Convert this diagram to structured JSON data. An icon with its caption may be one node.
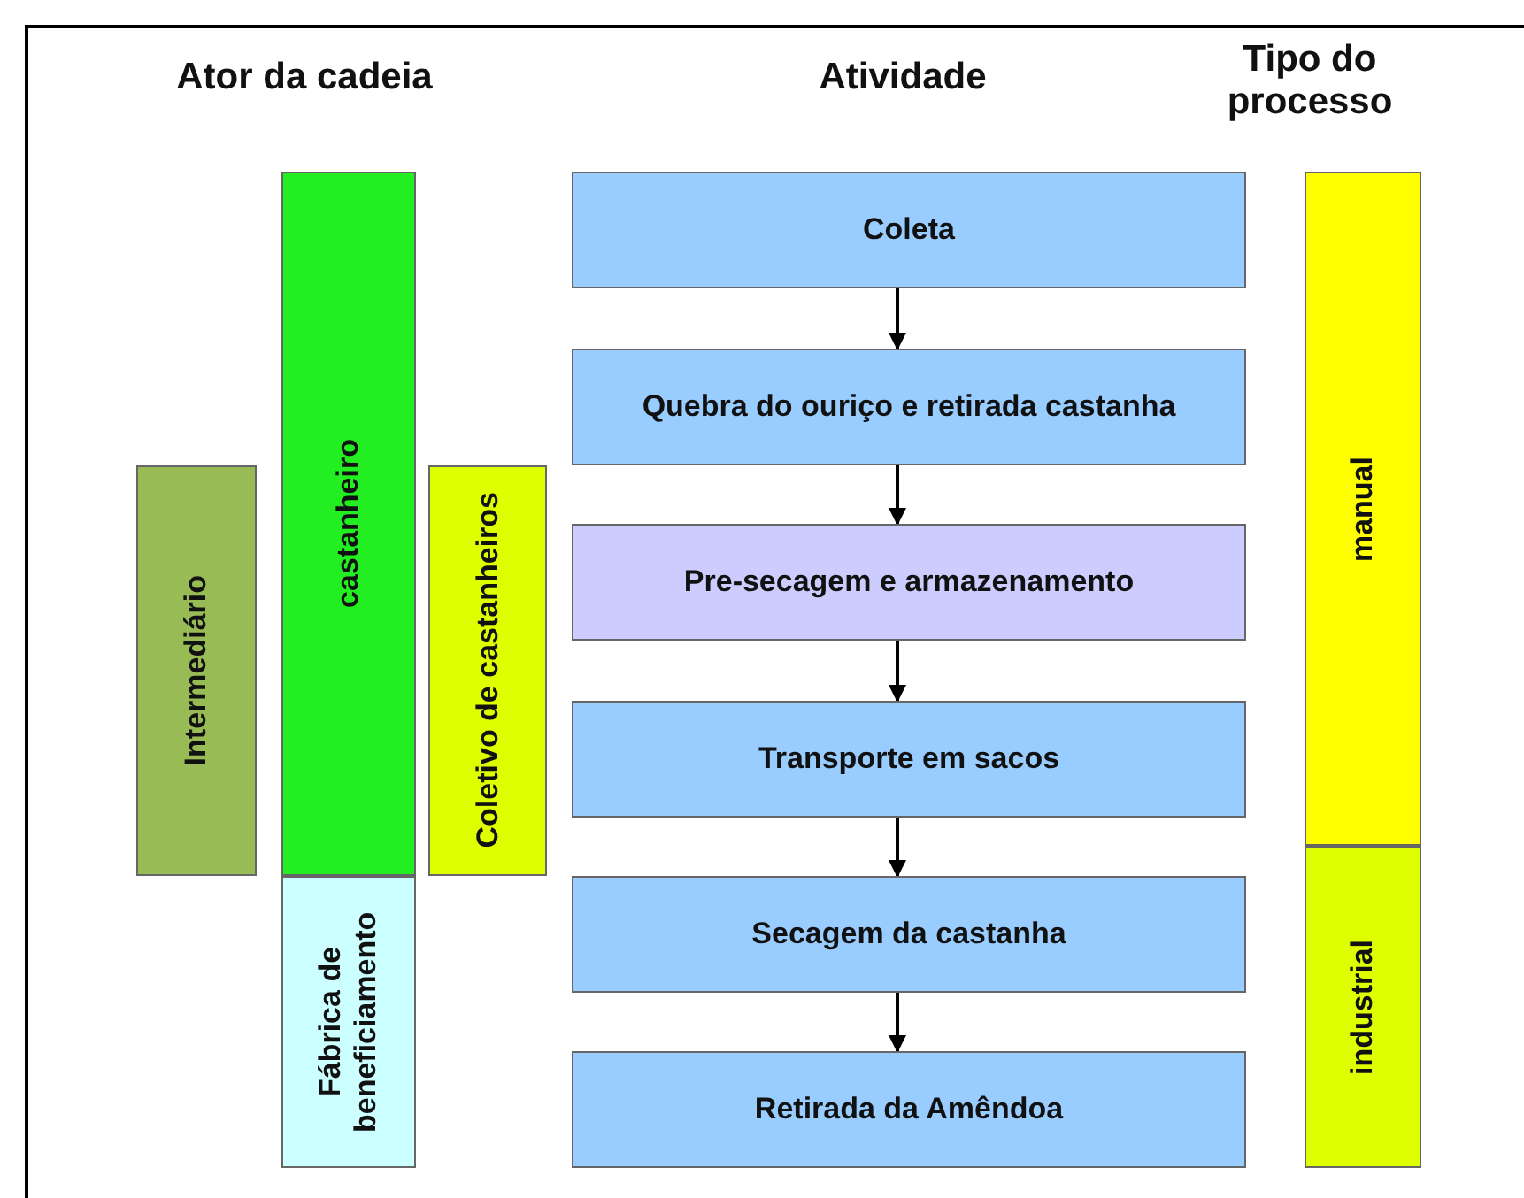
{
  "diagram": {
    "nodes": [
      {
        "text": [
          "Coleta"
        ]
      },
      {
        "text": [
          "Quebra do ouriço e retirada castanha"
        ]
      },
      {
        "text": [
          "Pre-secagem e armazenamento"
        ]
      },
      {
        "text": [
          "Transporte em sacos"
        ]
      },
      {
        "text": [
          "Secagem da castanha"
        ]
      },
      {
        "text": [
          "Retirada da Amêndoa"
        ]
      },
      {
        "text": [
          "castanheiro"
        ]
      },
      {
        "text": [
          "Intermediário"
        ]
      },
      {
        "text": [
          "Coletivo de castanheiros"
        ]
      },
      {
        "text": [
          "Fábrica de beneficiamento"
        ]
      },
      {
        "text": [
          "manual"
        ]
      },
      {
        "text": [
          "industrial"
        ]
      }
    ],
    "edges": [
      {
        "from": 0,
        "to": 1,
        "arrow": "to"
      },
      {
        "from": 1,
        "to": 2,
        "arrow": "to"
      },
      {
        "from": 2,
        "to": 3,
        "arrow": "to"
      },
      {
        "from": 3,
        "to": 4,
        "arrow": "to"
      },
      {
        "from": 4,
        "to": 5,
        "arrow": "to"
      }
    ],
    "labels": [
      "Ator da cadeia",
      "Atividade",
      "Tipo do processo"
    ]
  }
}
